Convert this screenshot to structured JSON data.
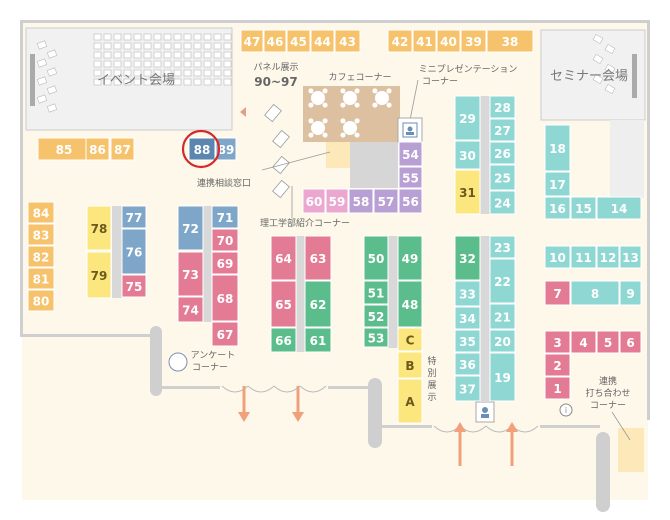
{
  "colors": {
    "orange": "#f6c26b",
    "blue": "#7ea6c8",
    "pink": "#e47b95",
    "green": "#5bbd8c",
    "purple": "#b9a0d4",
    "teal": "#8fd7d3",
    "yellow": "#fbe77d",
    "lavender_pink": "#eba7cf",
    "highlight": "#d62828",
    "selected": "#5a86b0",
    "arrow": "#f0a07a"
  },
  "labels": {
    "event_hall": "イベント会場",
    "seminar_hall": "セミナー会場",
    "panel_title": "パネル展示",
    "panel_range": "90~97",
    "cafe": "カフェコーナー",
    "mini_presentation_1": "ミニプレゼンテーション",
    "mini_presentation_2": "コーナー",
    "consultation": "連携相談窓口",
    "science_intro": "理工学部紹介コーナー",
    "survey_1": "アンケート",
    "survey_2": "コーナー",
    "special_1": "特",
    "special_2": "別",
    "special_3": "展",
    "special_4": "示",
    "meeting_1": "連携",
    "meeting_2": "打ち合わせ",
    "meeting_3": "コーナー"
  },
  "selected_booth": "88",
  "booths": [
    {
      "id": "47",
      "color": "orange"
    },
    {
      "id": "46",
      "color": "orange"
    },
    {
      "id": "45",
      "color": "orange"
    },
    {
      "id": "44",
      "color": "orange"
    },
    {
      "id": "43",
      "color": "orange"
    },
    {
      "id": "42",
      "color": "orange"
    },
    {
      "id": "41",
      "color": "orange"
    },
    {
      "id": "40",
      "color": "orange"
    },
    {
      "id": "39",
      "color": "orange"
    },
    {
      "id": "38",
      "color": "orange"
    },
    {
      "id": "85",
      "color": "orange"
    },
    {
      "id": "86",
      "color": "orange"
    },
    {
      "id": "87",
      "color": "orange"
    },
    {
      "id": "88",
      "color": "selected"
    },
    {
      "id": "89",
      "color": "blue"
    },
    {
      "id": "84",
      "color": "orange"
    },
    {
      "id": "83",
      "color": "orange"
    },
    {
      "id": "82",
      "color": "orange"
    },
    {
      "id": "81",
      "color": "orange"
    },
    {
      "id": "80",
      "color": "orange"
    },
    {
      "id": "78",
      "color": "yellow"
    },
    {
      "id": "79",
      "color": "yellow"
    },
    {
      "id": "77",
      "color": "blue"
    },
    {
      "id": "76",
      "color": "blue"
    },
    {
      "id": "75",
      "color": "pink"
    },
    {
      "id": "72",
      "color": "blue"
    },
    {
      "id": "73",
      "color": "pink"
    },
    {
      "id": "74",
      "color": "pink"
    },
    {
      "id": "71",
      "color": "blue"
    },
    {
      "id": "70",
      "color": "pink"
    },
    {
      "id": "69",
      "color": "pink"
    },
    {
      "id": "68",
      "color": "pink"
    },
    {
      "id": "67",
      "color": "pink"
    },
    {
      "id": "64",
      "color": "pink"
    },
    {
      "id": "65",
      "color": "pink"
    },
    {
      "id": "66",
      "color": "green"
    },
    {
      "id": "63",
      "color": "pink"
    },
    {
      "id": "62",
      "color": "green"
    },
    {
      "id": "61",
      "color": "green"
    },
    {
      "id": "60",
      "color": "lavender_pink"
    },
    {
      "id": "59",
      "color": "lavender_pink"
    },
    {
      "id": "58",
      "color": "purple"
    },
    {
      "id": "57",
      "color": "purple"
    },
    {
      "id": "56",
      "color": "purple"
    },
    {
      "id": "54",
      "color": "purple"
    },
    {
      "id": "55",
      "color": "purple"
    },
    {
      "id": "50",
      "color": "green"
    },
    {
      "id": "51",
      "color": "green"
    },
    {
      "id": "52",
      "color": "green"
    },
    {
      "id": "53",
      "color": "green"
    },
    {
      "id": "49",
      "color": "green"
    },
    {
      "id": "48",
      "color": "green"
    },
    {
      "id": "C",
      "color": "yellow"
    },
    {
      "id": "B",
      "color": "yellow"
    },
    {
      "id": "A",
      "color": "yellow"
    },
    {
      "id": "29",
      "color": "teal"
    },
    {
      "id": "30",
      "color": "teal"
    },
    {
      "id": "31",
      "color": "yellow"
    },
    {
      "id": "32",
      "color": "green"
    },
    {
      "id": "33",
      "color": "teal"
    },
    {
      "id": "34",
      "color": "teal"
    },
    {
      "id": "35",
      "color": "teal"
    },
    {
      "id": "36",
      "color": "teal"
    },
    {
      "id": "37",
      "color": "teal"
    },
    {
      "id": "28",
      "color": "teal"
    },
    {
      "id": "27",
      "color": "teal"
    },
    {
      "id": "26",
      "color": "teal"
    },
    {
      "id": "25",
      "color": "teal"
    },
    {
      "id": "24",
      "color": "teal"
    },
    {
      "id": "23",
      "color": "teal"
    },
    {
      "id": "22",
      "color": "teal"
    },
    {
      "id": "21",
      "color": "teal"
    },
    {
      "id": "20",
      "color": "teal"
    },
    {
      "id": "19",
      "color": "teal"
    },
    {
      "id": "18",
      "color": "teal"
    },
    {
      "id": "17",
      "color": "teal"
    },
    {
      "id": "16",
      "color": "teal"
    },
    {
      "id": "15",
      "color": "teal"
    },
    {
      "id": "14",
      "color": "teal"
    },
    {
      "id": "10",
      "color": "teal"
    },
    {
      "id": "11",
      "color": "teal"
    },
    {
      "id": "12",
      "color": "teal"
    },
    {
      "id": "13",
      "color": "teal"
    },
    {
      "id": "7",
      "color": "pink"
    },
    {
      "id": "8",
      "color": "teal"
    },
    {
      "id": "9",
      "color": "teal"
    },
    {
      "id": "3",
      "color": "pink"
    },
    {
      "id": "4",
      "color": "pink"
    },
    {
      "id": "5",
      "color": "pink"
    },
    {
      "id": "6",
      "color": "pink"
    },
    {
      "id": "2",
      "color": "pink"
    },
    {
      "id": "1",
      "color": "pink"
    }
  ]
}
